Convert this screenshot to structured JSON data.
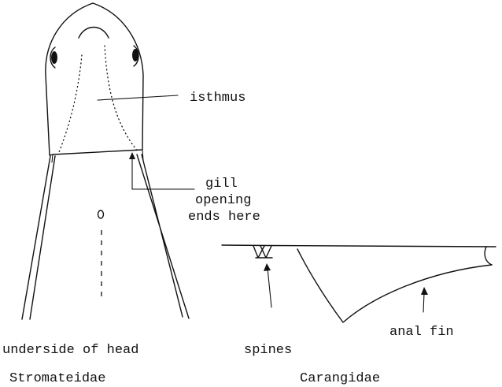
{
  "labels": {
    "isthmus": "isthmus",
    "gill_line1": "gill",
    "gill_line2": "opening",
    "gill_line3": "ends here",
    "spines": "spines",
    "anal_fin": "anal fin",
    "underside": "underside of head"
  },
  "captions": {
    "left": "Stromateidae",
    "right": "Carangidae"
  }
}
